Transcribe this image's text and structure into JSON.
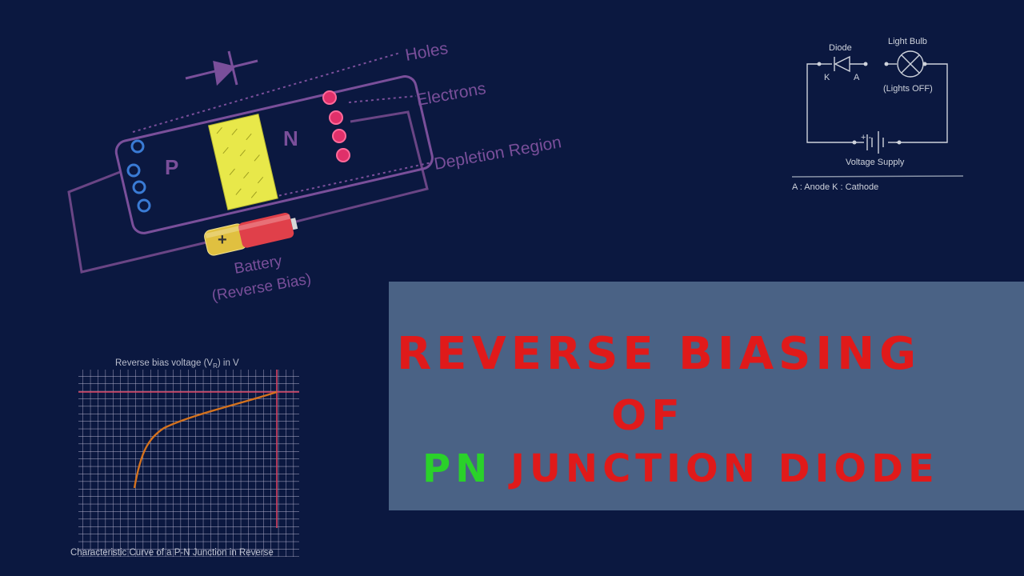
{
  "diagram": {
    "labels": {
      "holes": "Holes",
      "electrons": "Electrons",
      "depletion_region": "Depletion Region",
      "p_region": "P",
      "n_region": "N",
      "battery_plus": "+",
      "battery": "Battery",
      "reverse_bias": "(Reverse Bias)"
    }
  },
  "circuit": {
    "diode_label": "Diode",
    "bulb_label": "Light Bulb",
    "cathode_letter": "K",
    "anode_letter": "A",
    "bulb_state": "(Lights OFF)",
    "battery_signs": "+ -",
    "supply_label": "Voltage Supply",
    "legend": "A : Anode    K : Cathode"
  },
  "graph": {
    "top_label": "Reverse bias voltage (V",
    "top_label_sub": "R",
    "top_label_end": ") in V",
    "caption": "Characteristic Curve of a P-N Junction in Reverse"
  },
  "title": {
    "line1": "REVERSE BIASING",
    "line2": "OF",
    "line3_green": "PN",
    "line3_red": " JUNCTION DIODE"
  },
  "colors": {
    "background": "#0b1840",
    "title_box": "#4a6285",
    "title_red": "#e01a1a",
    "title_green": "#2ad12a",
    "diagram_purple": "#7a4f9a",
    "depletion_yellow": "#e8e84a",
    "hole_blue": "#3a7bd5",
    "electron_pink": "#e0306a"
  }
}
